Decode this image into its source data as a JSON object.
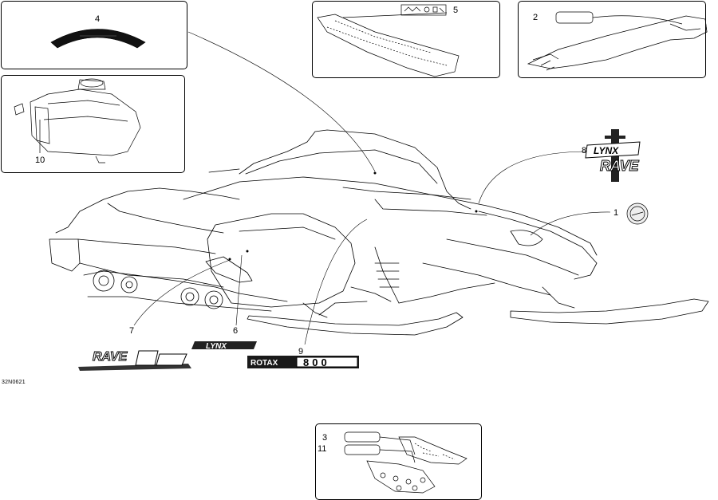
{
  "diagram": {
    "drawing_code": "32N0621",
    "callouts": {
      "c1": "1",
      "c2": "2",
      "c3": "3",
      "c4": "4",
      "c5": "5",
      "c6": "6",
      "c7": "7",
      "c8": "8",
      "c9": "9",
      "c10": "10",
      "c11": "11"
    },
    "logos": {
      "rave_xtc": "RAVE",
      "lynx": "LYNX",
      "rotax_word": "ROTAX",
      "rotax_number": "800",
      "lynx_rave_top": "LYNX",
      "lynx_rave_bottom": "RAVE"
    }
  }
}
